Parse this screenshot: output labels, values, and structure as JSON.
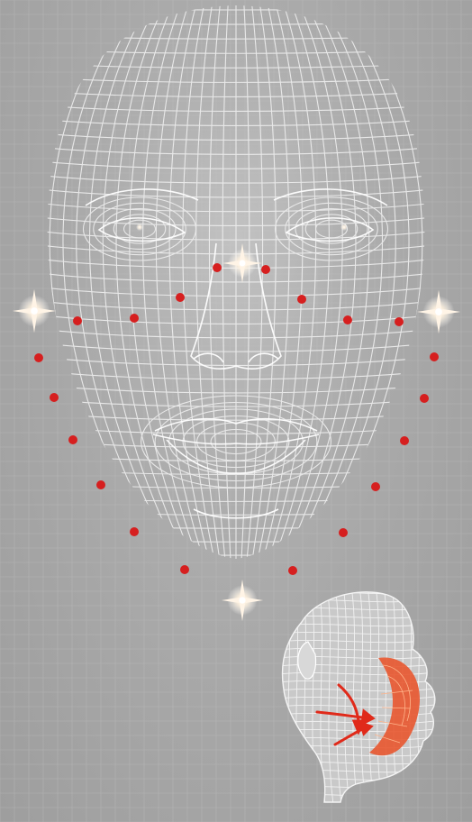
{
  "colors": {
    "background": "#a8a8a8",
    "mesh": "#f4f4f4",
    "marker": "#d61f1f",
    "sparkle": "#fff4e6",
    "lift_arrow": "#e02a1a",
    "lift_band": "#e8562f"
  },
  "icons": {
    "sparkle": "four-point-star",
    "marker": "red-dot",
    "arrow": "curved-arrow"
  }
}
